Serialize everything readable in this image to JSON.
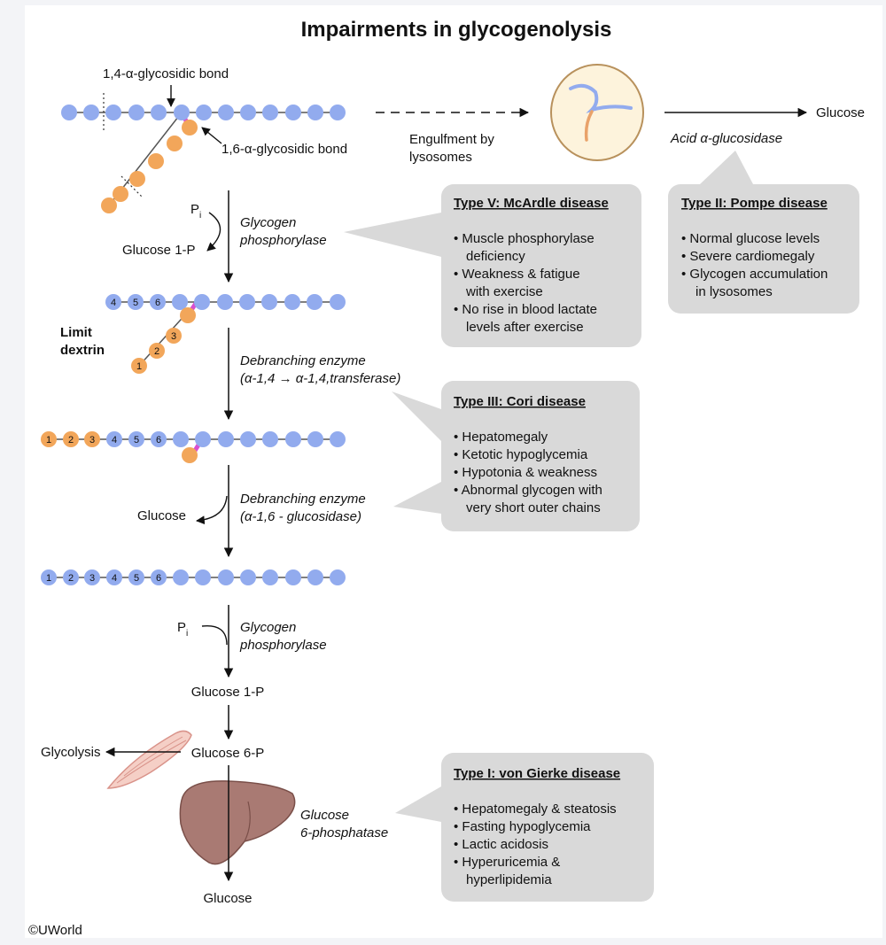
{
  "title": "Impairments in glycogenolysis",
  "labels": {
    "bond_1_4": "1,4-α-glycosidic bond",
    "bond_1_6": "1,6-α-glycosidic bond",
    "engulf_1": "Engulfment by",
    "engulf_2": "lysosomes",
    "glucose_top": "Glucose",
    "acid_glucosidase": "Acid α-glucosidase",
    "pi_1": "P",
    "pi_1_sub": "i",
    "glucose_1p_side": "Glucose 1-P",
    "glycogen_phos_1a": "Glycogen",
    "glycogen_phos_1b": "phosphorylase",
    "limit_dextrin_1": "Limit",
    "limit_dextrin_2": "dextrin",
    "debranch_1a": "Debranching enzyme",
    "debranch_1b": "(α-1,4 → α-1,4,transferase)",
    "glucose_side": "Glucose",
    "debranch_2a": "Debranching enzyme",
    "debranch_2b": "(α-1,6 - glucosidase)",
    "pi_2": "P",
    "pi_2_sub": "i",
    "glycogen_phos_2a": "Glycogen",
    "glycogen_phos_2b": "phosphorylase",
    "glucose_1p_main": "Glucose 1-P",
    "glucose_6p": "Glucose 6-P",
    "glycolysis": "Glycolysis",
    "g6pase_1": "Glucose",
    "g6pase_2": "6-phosphatase",
    "glucose_bottom": "Glucose",
    "copyright": "©UWorld"
  },
  "residue_numbers": [
    "1",
    "2",
    "3",
    "4",
    "5",
    "6"
  ],
  "colors": {
    "blue_residue": "#92abee",
    "orange_residue": "#f2a65a",
    "pink_bond": "#d94fd0",
    "box_fill": "#d9d9d9",
    "lysosome_fill": "#fdf3dc",
    "liver_fill": "#a97a73"
  },
  "boxes": {
    "mcardle": {
      "title": "Type V: McArdle disease",
      "items": [
        "• Muscle phosphorylase",
        "deficiency",
        "• Weakness & fatigue",
        "with exercise",
        "• No rise in blood lactate",
        "levels after exercise"
      ]
    },
    "pompe": {
      "title": "Type II: Pompe disease",
      "items": [
        "• Normal glucose levels",
        "• Severe cardiomegaly",
        "• Glycogen accumulation",
        "in lysosomes"
      ]
    },
    "cori": {
      "title": "Type III: Cori disease",
      "items": [
        "• Hepatomegaly",
        "• Ketotic hypoglycemia",
        "• Hypotonia & weakness",
        "• Abnormal glycogen with",
        "very short outer chains"
      ]
    },
    "vongierke": {
      "title": "Type I: von Gierke disease",
      "items": [
        "• Hepatomegaly & steatosis",
        "• Fasting hypoglycemia",
        "• Lactic acidosis",
        "• Hyperuricemia &",
        "hyperlipidemia"
      ]
    }
  }
}
